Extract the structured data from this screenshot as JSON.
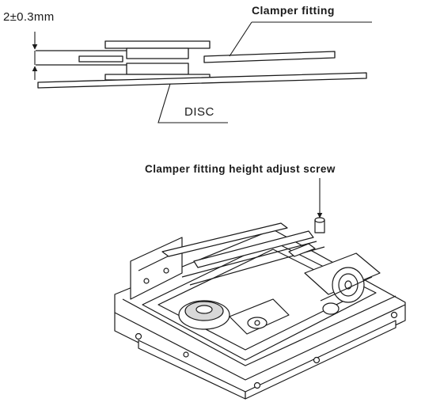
{
  "labels": {
    "tolerance": "2±0.3mm",
    "clamper_fitting": "Clamper fitting",
    "disc": "DISC",
    "adjust_screw": "Clamper fitting height adjust screw"
  },
  "colors": {
    "line": "#1a1a1a",
    "paper": "#ffffff",
    "shade": "#d8d8d8"
  }
}
